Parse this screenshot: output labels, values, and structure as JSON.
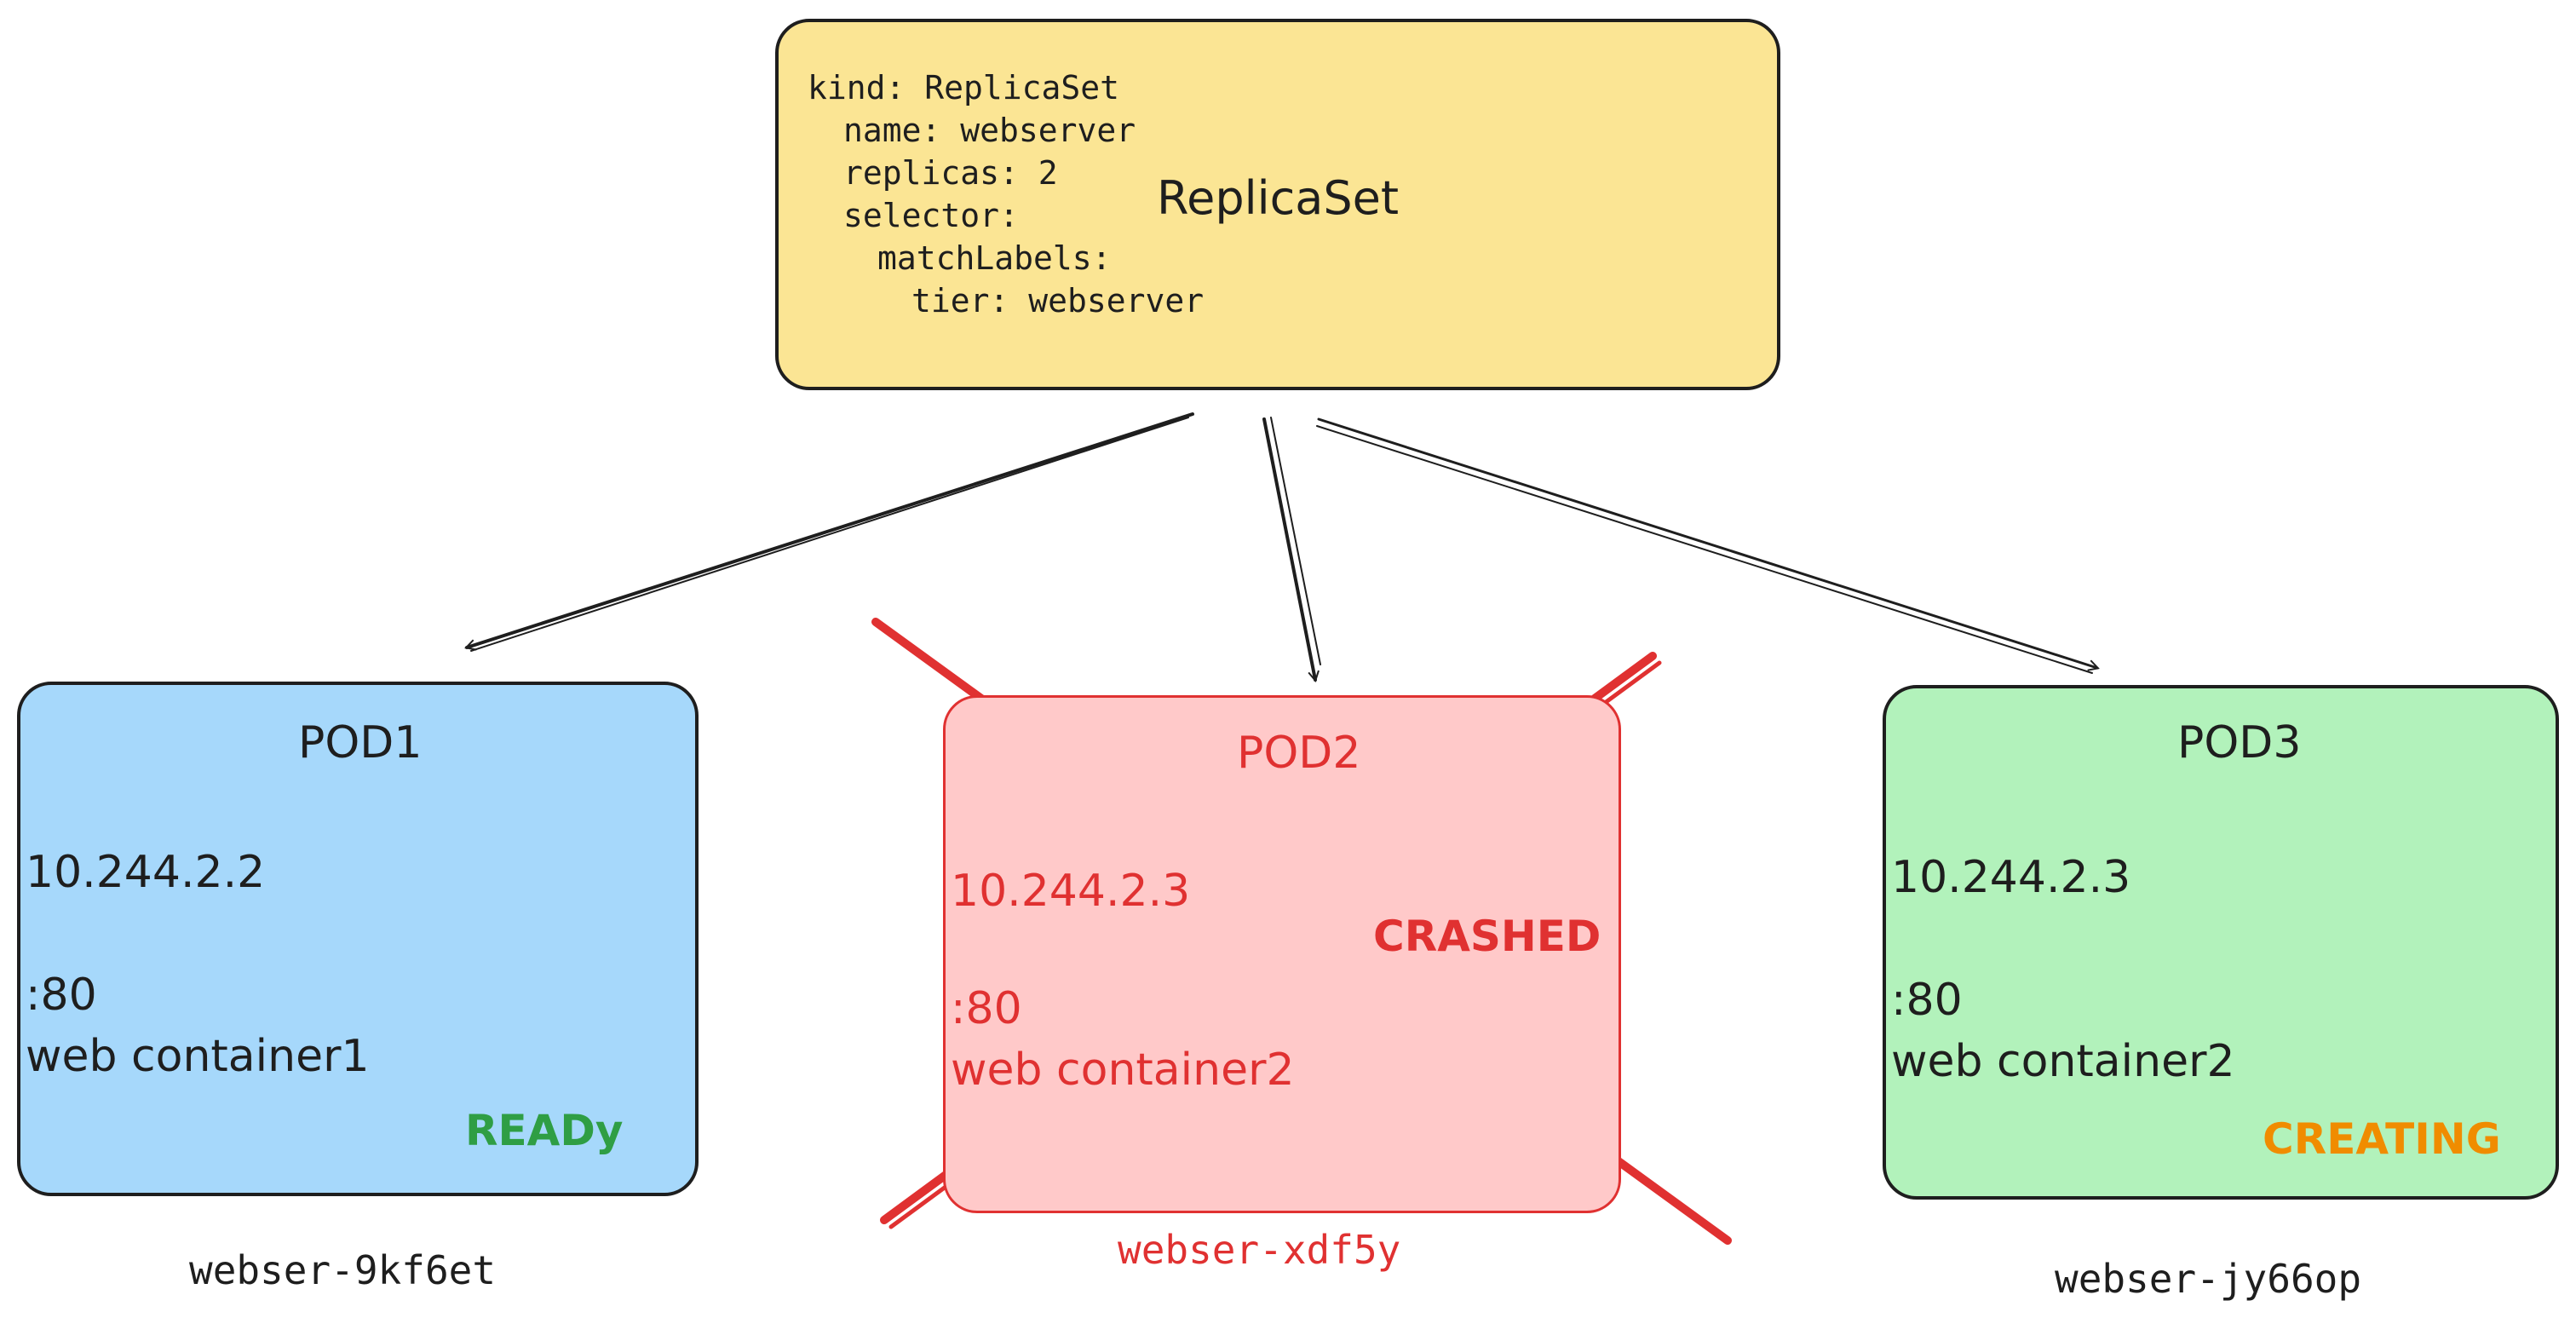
{
  "colors": {
    "replicaset_fill": "#fbe594",
    "pod1_fill": "#a6d8fb",
    "pod2_fill": "#ffc9c9",
    "pod3_fill": "#b2f2bb",
    "stroke": "#1e1e1e",
    "crashed": "#e03131",
    "ready": "#2f9e44",
    "creating": "#f08c00"
  },
  "replicaset": {
    "title": "ReplicaSet",
    "yaml": [
      "kind: ReplicaSet",
      "name: webserver",
      "replicas: 2",
      "selector:",
      "matchLabels:",
      "tier: webserver"
    ]
  },
  "pods": [
    {
      "title": "POD1",
      "ip": "10.244.2.2",
      "port": ":80",
      "container": "web container1",
      "status": "READy",
      "name": "webser-9kf6et"
    },
    {
      "title": "POD2",
      "ip": "10.244.2.3",
      "port": ":80",
      "container": "web container2",
      "status": "CRASHED",
      "name": "webser-xdf5y"
    },
    {
      "title": "POD3",
      "ip": "10.244.2.3",
      "port": ":80",
      "container": "web container2",
      "status": "CREATING",
      "name": "webser-jy66op"
    }
  ]
}
